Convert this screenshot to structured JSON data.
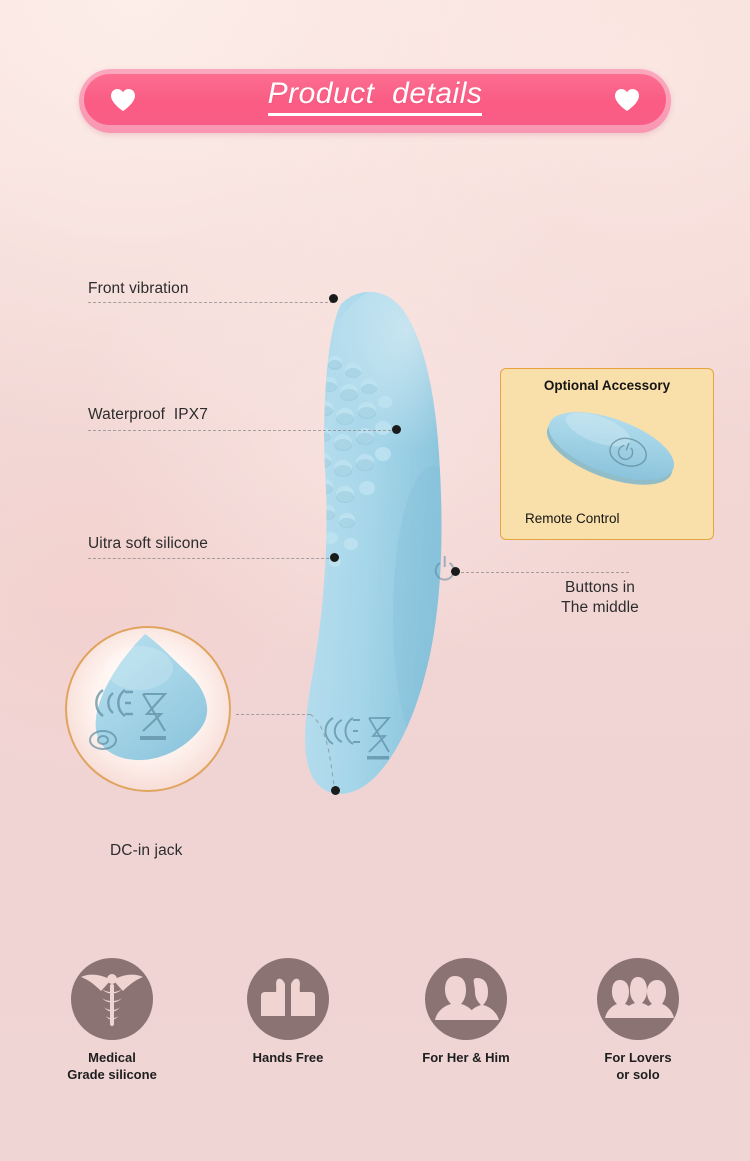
{
  "page": {
    "background_top": "#f7dfdb",
    "background_bottom": "#f0d5d5"
  },
  "header": {
    "title_part1": "Product",
    "title_part2": "details",
    "left_icon": "heart-icon",
    "right_icon": "heart-icon",
    "banner_color": "#fa5c84",
    "banner_frame_color": "#fba9bf",
    "title_color": "#ffffff"
  },
  "product": {
    "body_color": "#a9d9ea",
    "name": "product-body",
    "markings": [
      "ce-mark-icon",
      "weee-bin-icon"
    ],
    "power_button_icon": "power-icon"
  },
  "callouts": [
    {
      "label": "Front vibration",
      "name": "callout-front-vibration"
    },
    {
      "label": "Waterproof  IPX7",
      "name": "callout-waterproof"
    },
    {
      "label": "Uitra soft silicone",
      "name": "callout-ultra-soft-silicone"
    },
    {
      "label_line1": "Buttons in",
      "label_line2": "The middle",
      "name": "callout-buttons-middle"
    },
    {
      "label": "DC-in jack",
      "name": "callout-dc-in-jack"
    }
  ],
  "accessory": {
    "title": "Optional Accessory",
    "caption": "Remote Control",
    "box_fill": "#f9dfa9",
    "box_border": "#e8a33e",
    "remote_color": "#a9d9ea"
  },
  "magnifier": {
    "border_color": "#e0a45f",
    "name": "magnifier-inset"
  },
  "features": [
    {
      "icon": "caduceus-icon",
      "caption": "Medical\nGrade silicone",
      "name": "feature-medical-grade-silicone"
    },
    {
      "icon": "thumbs-up-icon",
      "caption": "Hands Free",
      "name": "feature-hands-free"
    },
    {
      "icon": "two-people-icon",
      "caption": "For Her & Him",
      "name": "feature-for-her-and-him"
    },
    {
      "icon": "three-people-icon",
      "caption": "For Lovers\nor solo",
      "name": "feature-for-lovers-or-solo"
    }
  ],
  "feature_icon_color": "#8b7374"
}
